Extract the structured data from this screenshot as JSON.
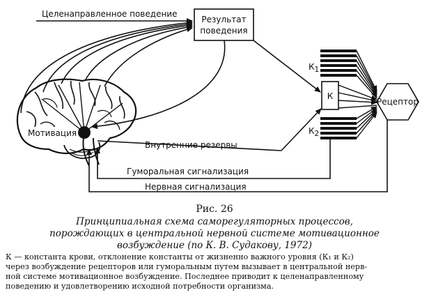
{
  "diagram": {
    "labels": {
      "goal_behavior": "Целенаправленное поведение",
      "result_line1": "Результат",
      "result_line2": "поведения",
      "motivation": "Мотивация",
      "internal_reserves": "Внутренние резервы",
      "humoral": "Гуморальная сигнализация",
      "nervous": "Нервная сигнализация",
      "k_box": "К",
      "k1": "К",
      "k1_sub": "1",
      "k2": "К",
      "k2_sub": "2",
      "receptor": "Рецептор"
    }
  },
  "caption": {
    "figure": "Рис. 26",
    "title_lines": [
      "Принципиальная схема саморегуляторных процессов,",
      "порождающих в центральной нервной системе мотивационное",
      "возбуждение (по К. В. Судакову, 1972)"
    ],
    "note_lines": [
      "К — константа крови, отклонение константы от жизненно важного уровня (К₁ и К₂)",
      "через возбуждение рецепторов или гуморальным путем вызывает в центральной нерв-",
      "ной системе мотивационное возбуждение. Последнее приводит к целенаправленному",
      "поведению и удовлетворению исходной потребности организма."
    ]
  }
}
